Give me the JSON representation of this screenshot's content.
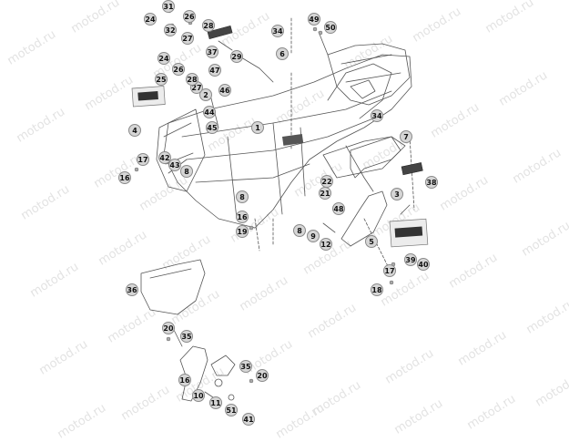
{
  "watermark": "motod.ru",
  "callouts": [
    "1",
    "2",
    "3",
    "4",
    "5",
    "6",
    "7",
    "8",
    "9",
    "10",
    "11",
    "12",
    "16",
    "17",
    "18",
    "19",
    "20",
    "21",
    "22",
    "24",
    "25",
    "26",
    "27",
    "28",
    "29",
    "31",
    "32",
    "34",
    "35",
    "36",
    "37",
    "38",
    "39",
    "40",
    "41",
    "42",
    "43",
    "44",
    "45",
    "46",
    "47",
    "48",
    "49",
    "50",
    "51"
  ]
}
